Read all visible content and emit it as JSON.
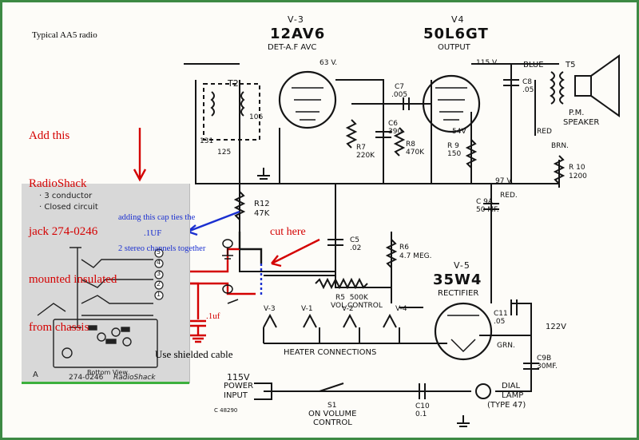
{
  "title": "Typical AA5 radio",
  "add_note": [
    "Add this",
    "RadioShack",
    "jack 274-0246",
    "mounted insulated",
    "from chassis"
  ],
  "cap_note": [
    "adding this cap ties the",
    "2 stereo channels together"
  ],
  "cut_here": "cut here",
  "use_shielded": "Use shielded cable",
  "cap_labels": [
    ".1UF",
    ".1uf"
  ],
  "jack": {
    "conductor": "· 3 conductor",
    "closed": "· Closed circuit",
    "pins": [
      "5",
      "4",
      "3",
      "2",
      "1"
    ],
    "bottom_view": "Bottom View",
    "letter": "A",
    "part": "274-0246",
    "brand": "RadioShack"
  },
  "tubes": [
    {
      "id": "V-3",
      "type": "12AV6",
      "func": "DET-A.F AVC"
    },
    {
      "id": "V4",
      "type": "50L6GT",
      "func": "OUTPUT"
    },
    {
      "id": "V-5",
      "type": "35W4",
      "func": "RECTIFIER"
    }
  ],
  "components": {
    "t2": "T2",
    "t5": "T5",
    "blue": "BLUE",
    "pm_speaker": [
      "P.M.",
      "SPEAKER"
    ],
    "red": "RED",
    "brn": "BRN.",
    "r10": [
      "R 10",
      "1200"
    ],
    "c7": [
      "C7",
      ".005"
    ],
    "c6": [
      "C6",
      "390"
    ],
    "r7": [
      "R7",
      "220K"
    ],
    "r8": [
      "R8",
      "470K"
    ],
    "r9": [
      "R 9",
      "150"
    ],
    "c8": [
      "C8",
      ".05"
    ],
    "c9a": [
      "C 9A",
      "50 MF."
    ],
    "r12": [
      "R12",
      "47K"
    ],
    "c5": [
      "C5",
      ".02"
    ],
    "r6": [
      "R6",
      "4.7 MEG."
    ],
    "r5": [
      "R5  500K",
      "VOL CONTROL"
    ],
    "c11": [
      "C11",
      ".05"
    ],
    "c9b": [
      "C9B",
      "30MF."
    ],
    "c10": [
      "C10",
      "0.1"
    ],
    "s1": [
      "S1",
      "ON VOLUME",
      "CONTROL"
    ],
    "dial": [
      "DIAL",
      "LAMP",
      "(TYPE 47)"
    ],
    "power": [
      "115V",
      "POWER",
      "INPUT"
    ],
    "heater": "HEATER CONNECTIONS",
    "heater_tubes": [
      "V-3",
      "V-1",
      "V-2",
      "V-4"
    ],
    "v63": "63 V.",
    "v115": "115 V.",
    "v54": "54V",
    "v97": "97 V.",
    "red2": "RED.",
    "v122": "122V",
    "grn": "GRN.",
    "c131": "131",
    "c106": "106",
    "c125": "125",
    "ref": "C 48290"
  },
  "colors": {
    "annotation_red": "#d40000",
    "annotation_blue": "#1a2fd0",
    "frame_green": "#3d8a44"
  }
}
